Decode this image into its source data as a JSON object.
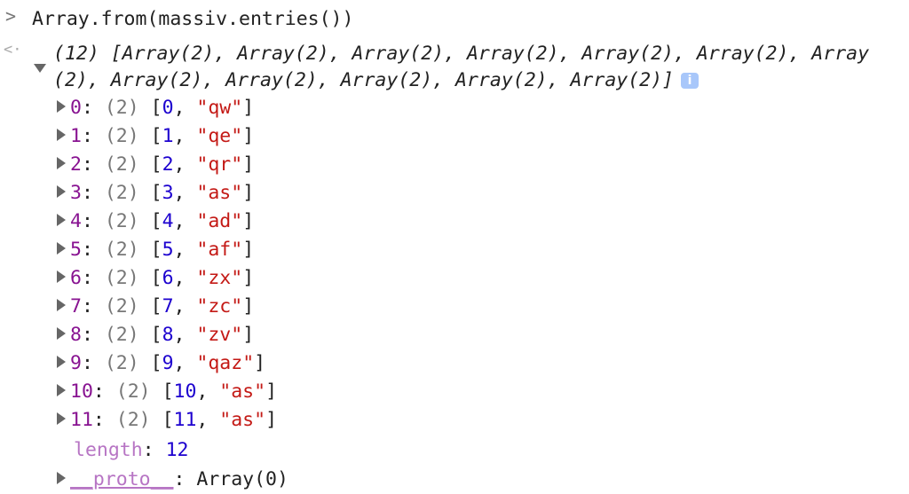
{
  "input": {
    "command": "Array.from(massiv.entries())"
  },
  "output": {
    "summary_line1": "(12) [Array(2), Array(2), Array(2), Array(2), Array(2), Array(2), Array",
    "summary_line2": "(2), Array(2), Array(2), Array(2), Array(2), Array(2)]",
    "info_badge": "i",
    "entries": [
      {
        "index": "0",
        "count": "(2)",
        "num": "0",
        "str": "\"qw\""
      },
      {
        "index": "1",
        "count": "(2)",
        "num": "1",
        "str": "\"qe\""
      },
      {
        "index": "2",
        "count": "(2)",
        "num": "2",
        "str": "\"qr\""
      },
      {
        "index": "3",
        "count": "(2)",
        "num": "3",
        "str": "\"as\""
      },
      {
        "index": "4",
        "count": "(2)",
        "num": "4",
        "str": "\"ad\""
      },
      {
        "index": "5",
        "count": "(2)",
        "num": "5",
        "str": "\"af\""
      },
      {
        "index": "6",
        "count": "(2)",
        "num": "6",
        "str": "\"zx\""
      },
      {
        "index": "7",
        "count": "(2)",
        "num": "7",
        "str": "\"zc\""
      },
      {
        "index": "8",
        "count": "(2)",
        "num": "8",
        "str": "\"zv\""
      },
      {
        "index": "9",
        "count": "(2)",
        "num": "9",
        "str": "\"qaz\""
      },
      {
        "index": "10",
        "count": "(2)",
        "num": "10",
        "str": "\"as\""
      },
      {
        "index": "11",
        "count": "(2)",
        "num": "11",
        "str": "\"as\""
      }
    ],
    "length_key": "length",
    "length_value": "12",
    "proto_key": "__proto__",
    "proto_value": "Array(0)"
  }
}
